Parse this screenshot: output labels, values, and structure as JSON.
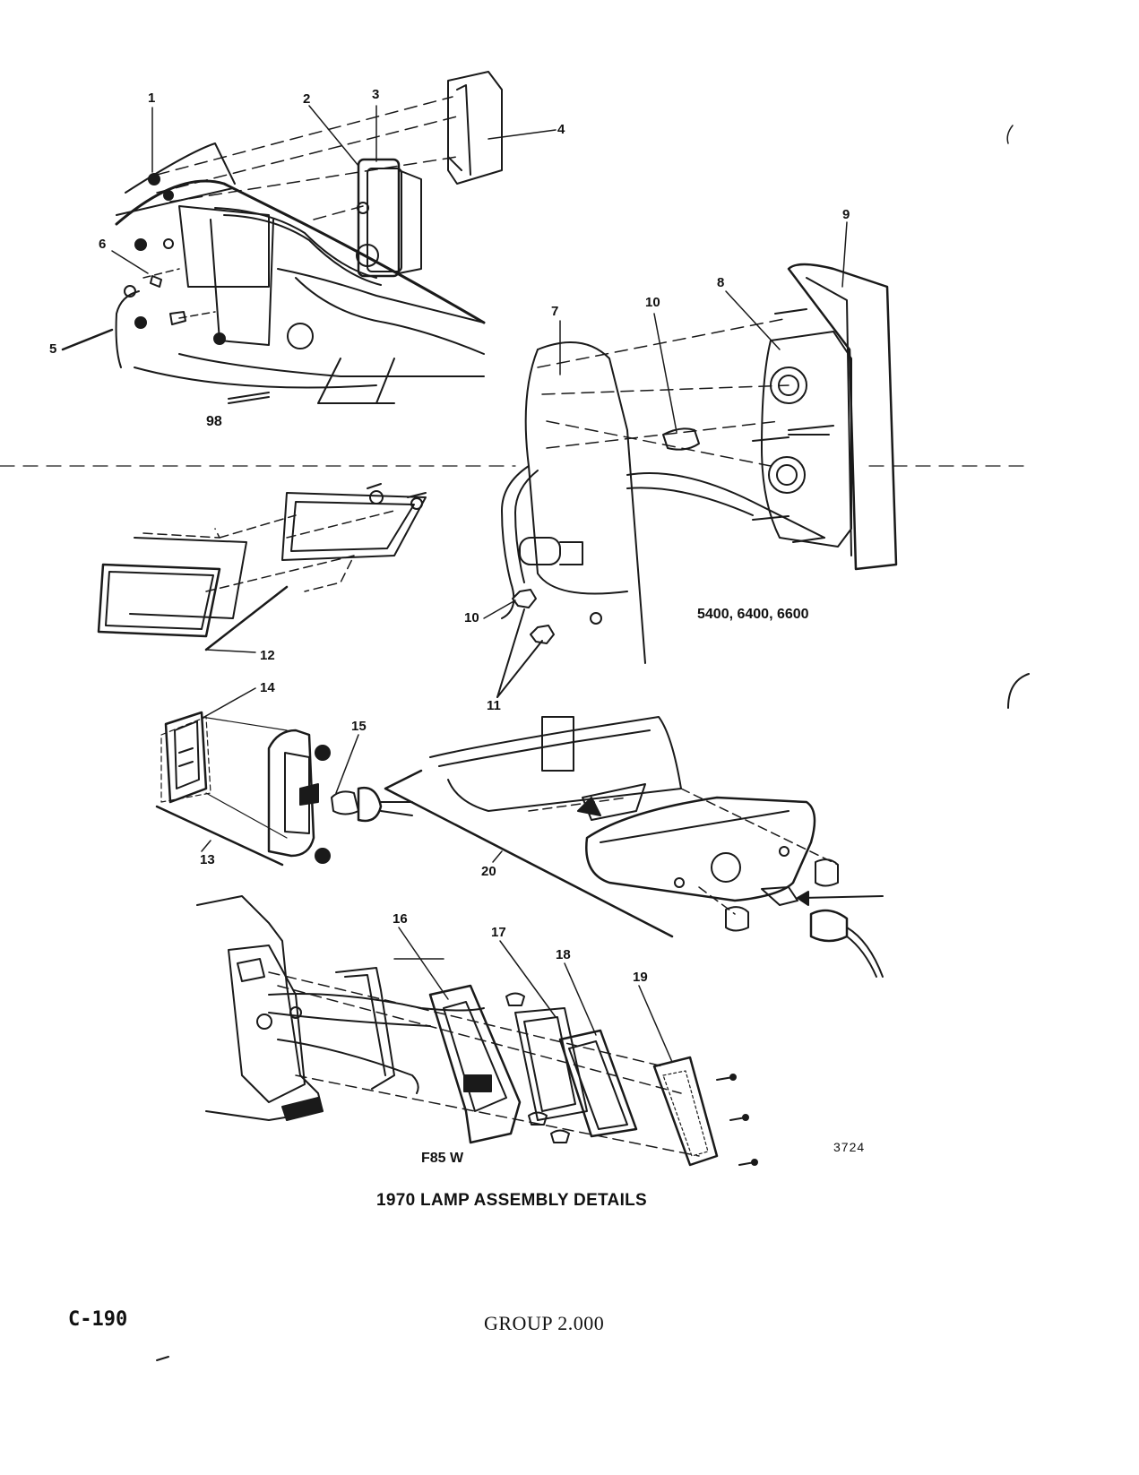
{
  "page": {
    "title": "1970 LAMP ASSEMBLY DETAILS",
    "page_number": "C-190",
    "group": "GROUP 2.000",
    "figure_number": "3724"
  },
  "views": {
    "view_98": {
      "label": "98"
    },
    "view_series": {
      "label": "5400, 6400, 6600"
    },
    "view_f85w": {
      "label": "F85 W"
    }
  },
  "callouts": [
    "1",
    "2",
    "3",
    "4",
    "5",
    "6",
    "7",
    "8",
    "9",
    "10",
    "10",
    "11",
    "12",
    "13",
    "14",
    "15",
    "16",
    "17",
    "18",
    "19",
    "20"
  ]
}
